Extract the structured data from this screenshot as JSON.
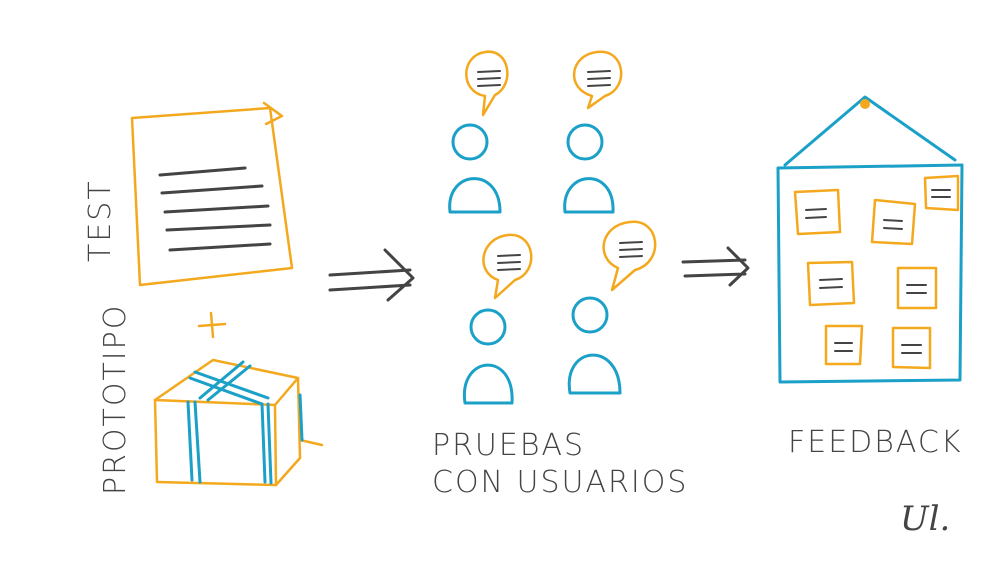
{
  "labels": {
    "test": "TEST",
    "prototype": "PROTOTIPO",
    "user_tests_line1": "PRUEBAS",
    "user_tests_line2": "CON USUARIOS",
    "feedback": "FEEDBACK",
    "signature": "Ul."
  },
  "colors": {
    "orange": "#F4A81D",
    "blue": "#1BA0C8",
    "ink": "#444444"
  }
}
